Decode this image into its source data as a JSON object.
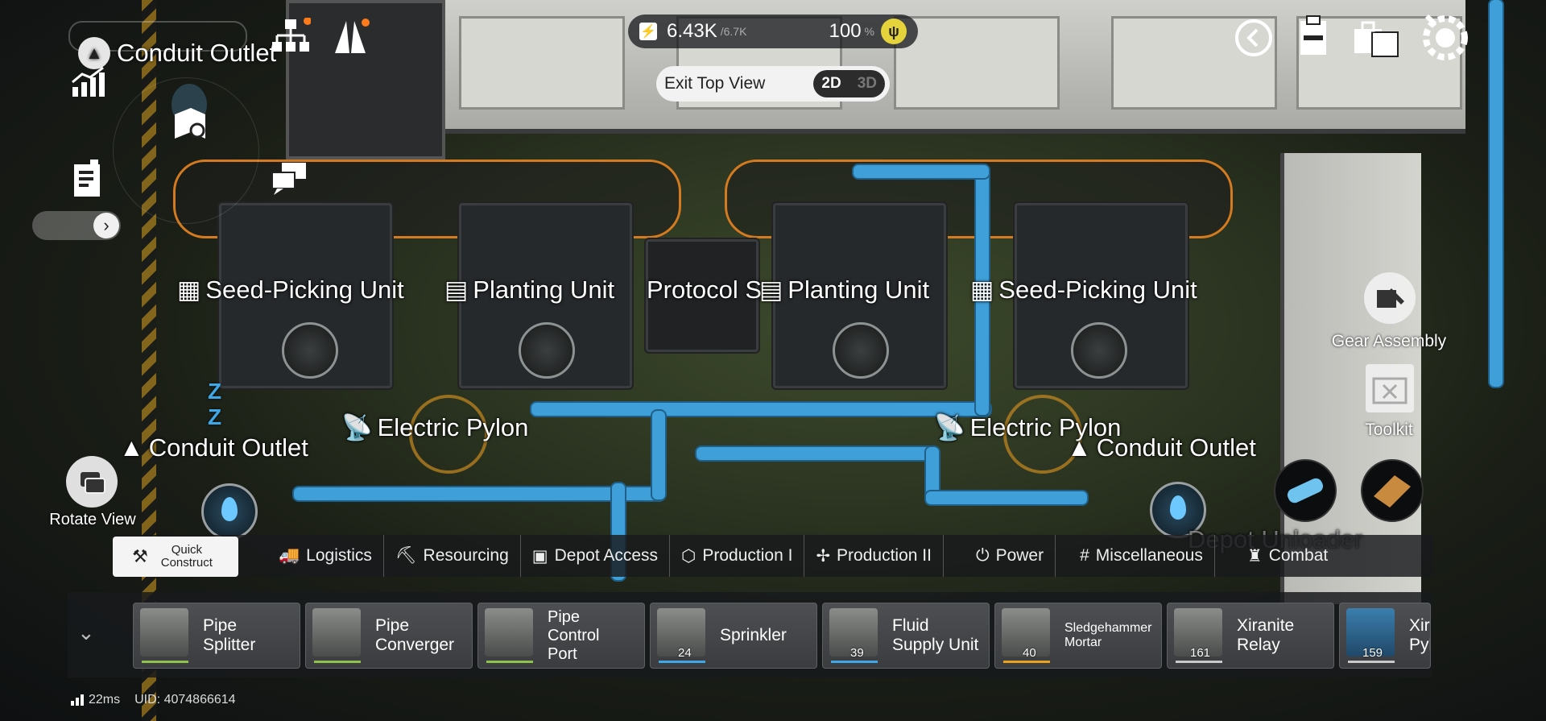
{
  "hud": {
    "power_value": "6.43K",
    "power_max": "/6.7K",
    "coin_value": "100",
    "coin_unit": "%",
    "exit_label": "Exit Top View",
    "mode_2d": "2D",
    "mode_3d": "3D"
  },
  "left_panel": {
    "title": "Conduit Outlet",
    "rotate_label": "Rotate View"
  },
  "right_panel": {
    "gear_label": "Gear Assembly",
    "toolkit_label": "Toolkit"
  },
  "world_labels": {
    "seed1": "Seed-Picking Unit",
    "plant1": "Planting Unit",
    "protocol": "Protocol S",
    "plant2": "Planting Unit",
    "seed2": "Seed-Picking Unit",
    "pylon1": "Electric Pylon",
    "pylon2": "Electric Pylon",
    "outlet_left": "Conduit Outlet",
    "outlet_right": "Conduit Outlet",
    "depot": "Depot Unloader"
  },
  "categories": {
    "quick": "Quick Construct",
    "items": [
      "Logistics",
      "Resourcing",
      "Depot Access",
      "Production I",
      "Production II",
      "Power",
      "Miscellaneous",
      "Combat"
    ]
  },
  "tray": [
    {
      "name": "Pipe Splitter",
      "count": "",
      "bar": "#8fc24a"
    },
    {
      "name": "Pipe Converger",
      "count": "",
      "bar": "#8fc24a"
    },
    {
      "name": "Pipe Control Port",
      "count": "",
      "bar": "#8fc24a"
    },
    {
      "name": "Sprinkler",
      "count": "24",
      "bar": "#3fa7e6"
    },
    {
      "name": "Fluid Supply Unit",
      "count": "39",
      "bar": "#3fa7e6"
    },
    {
      "name": "Sledgehammer Mortar",
      "count": "40",
      "bar": "#e8a21f"
    },
    {
      "name": "Xiranite Relay",
      "count": "161",
      "bar": "#c9c9c9"
    },
    {
      "name": "Xiranite Pylon",
      "count": "159",
      "bar": "#c9c9c9"
    }
  ],
  "footer": {
    "ping": "22ms",
    "uid": "UID: 4074866614"
  },
  "colors": {
    "pipe": "#3f9fd8",
    "belt": "#d47a1f",
    "coin": "#e4d33a"
  }
}
